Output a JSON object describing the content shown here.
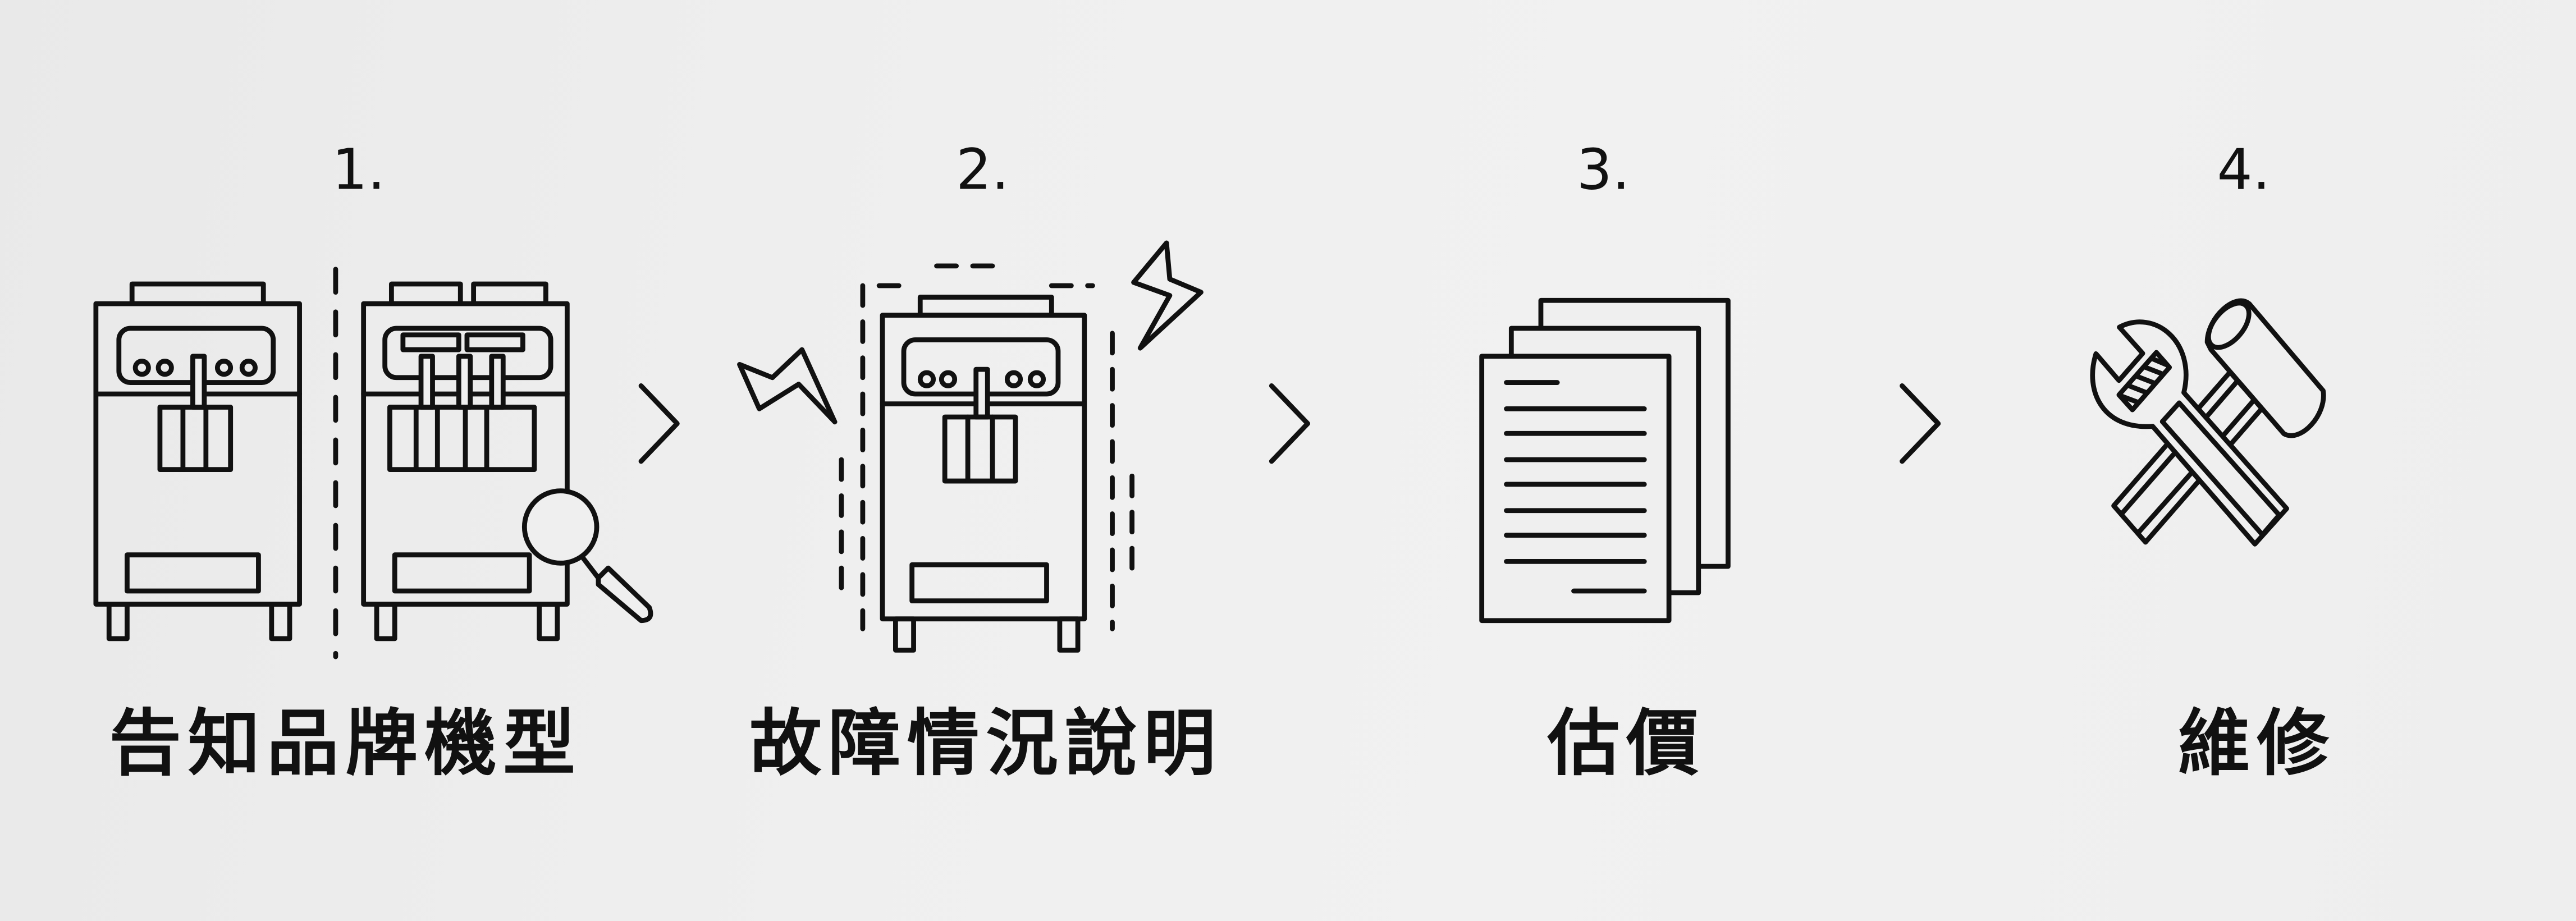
{
  "steps": [
    {
      "number": "1.",
      "label": "告知品牌機型",
      "icon": "soft-serve-machines-magnifier"
    },
    {
      "number": "2.",
      "label": "故障情況說明",
      "icon": "soft-serve-machine-malfunction"
    },
    {
      "number": "3.",
      "label": "估價",
      "icon": "documents"
    },
    {
      "number": "4.",
      "label": "維修",
      "icon": "wrench-hammer"
    }
  ],
  "colors": {
    "stroke": "#111111",
    "background": "#efefef"
  }
}
